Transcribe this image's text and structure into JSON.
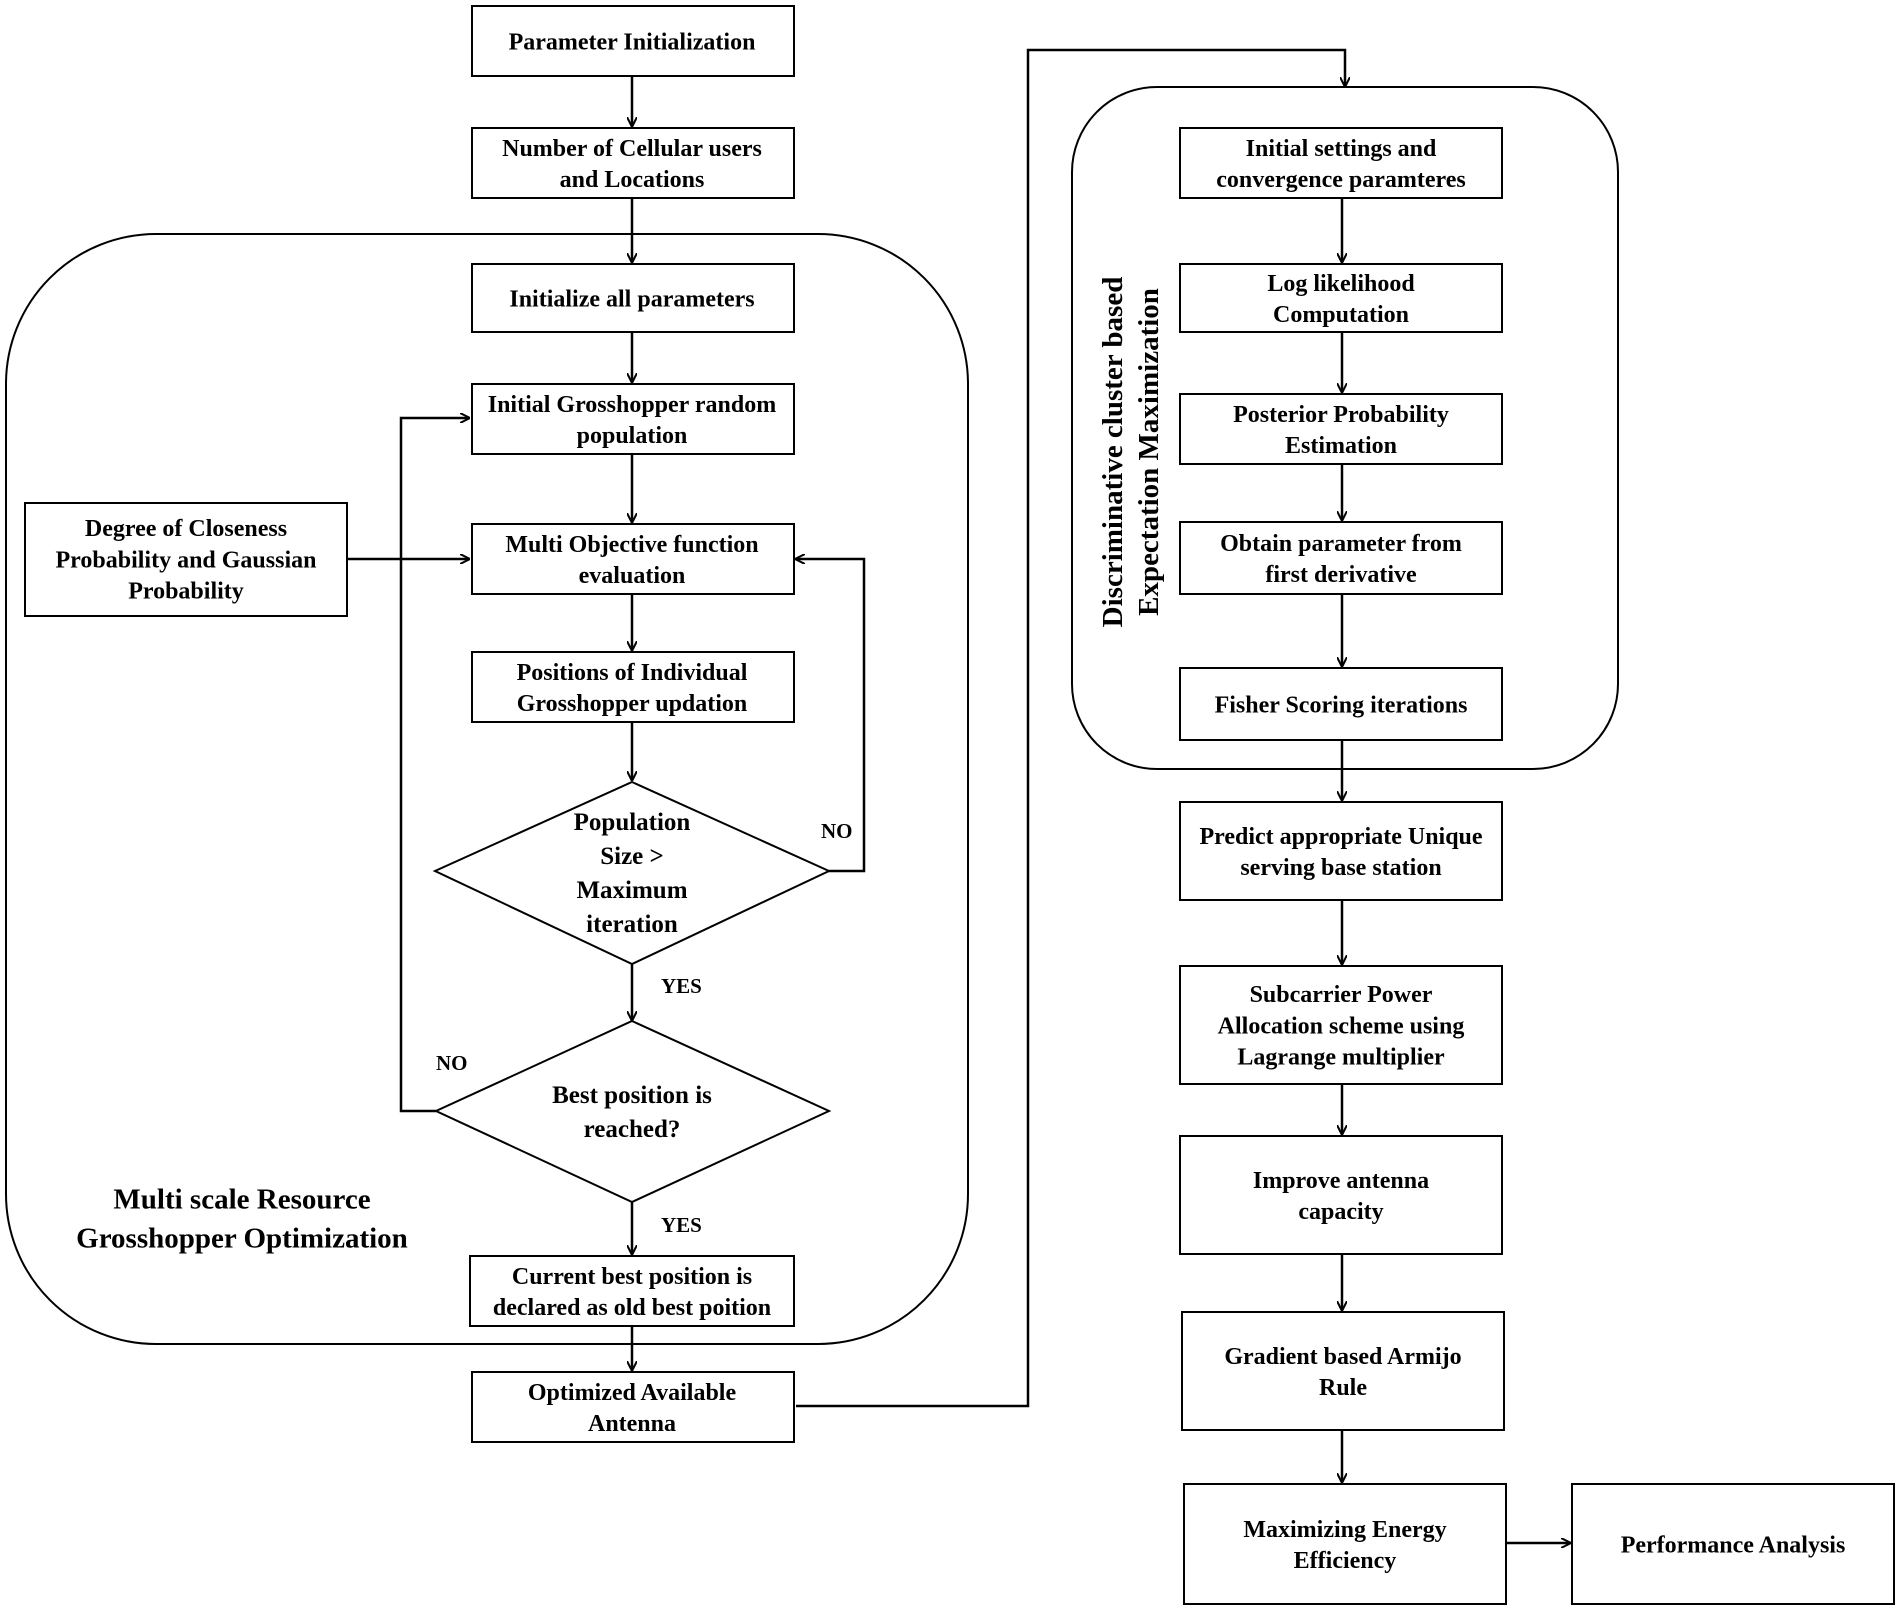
{
  "left_flow": {
    "parameter_initialization": [
      "Parameter Initialization"
    ],
    "cellular_users": [
      "Number of Cellular users",
      "and Locations"
    ],
    "initialize_parameters": [
      "Initialize all parameters"
    ],
    "initial_population": [
      "Initial Grosshopper random",
      "population"
    ],
    "degree_closeness": [
      "Degree of Closeness",
      "Probability and Gaussian",
      "Probability"
    ],
    "multi_objective": [
      "Multi Objective function",
      "evaluation"
    ],
    "positions_update": [
      "Positions of Individual",
      "Grosshopper updation"
    ],
    "population_decision": [
      "Population",
      "Size >",
      "Maximum",
      "iteration"
    ],
    "best_position_decision": [
      "Best position is",
      "reached?"
    ],
    "current_best": [
      "Current best position is",
      "declared as old best poition"
    ],
    "optimized_antenna": [
      "Optimized Available",
      "Antenna"
    ],
    "group_label": [
      "Multi scale Resource",
      "Grosshopper Optimization"
    ],
    "no_label_1": "NO",
    "yes_label_1": "YES",
    "no_label_2": "NO",
    "yes_label_2": "YES"
  },
  "right_flow": {
    "group_label": [
      "Discriminative cluster based",
      "Expectation Maximization"
    ],
    "initial_settings": [
      "Initial settings and",
      "convergence paramteres"
    ],
    "log_likelihood": [
      "Log likelihood",
      "Computation"
    ],
    "posterior": [
      "Posterior Probability",
      "Estimation"
    ],
    "obtain_parameter": [
      "Obtain parameter from",
      "first derivative"
    ],
    "fisher_scoring": [
      "Fisher Scoring iterations"
    ],
    "predict_station": [
      "Predict appropriate Unique",
      "serving base station"
    ],
    "subcarrier_power": [
      "Subcarrier Power",
      "Allocation scheme using",
      "Lagrange multiplier"
    ],
    "improve_capacity": [
      "Improve antenna",
      "capacity"
    ],
    "armijo_rule": [
      "Gradient based Armijo",
      "Rule"
    ],
    "maximizing_efficiency": [
      "Maximizing Energy",
      "Efficiency"
    ],
    "performance_analysis": [
      "Performance Analysis"
    ]
  }
}
